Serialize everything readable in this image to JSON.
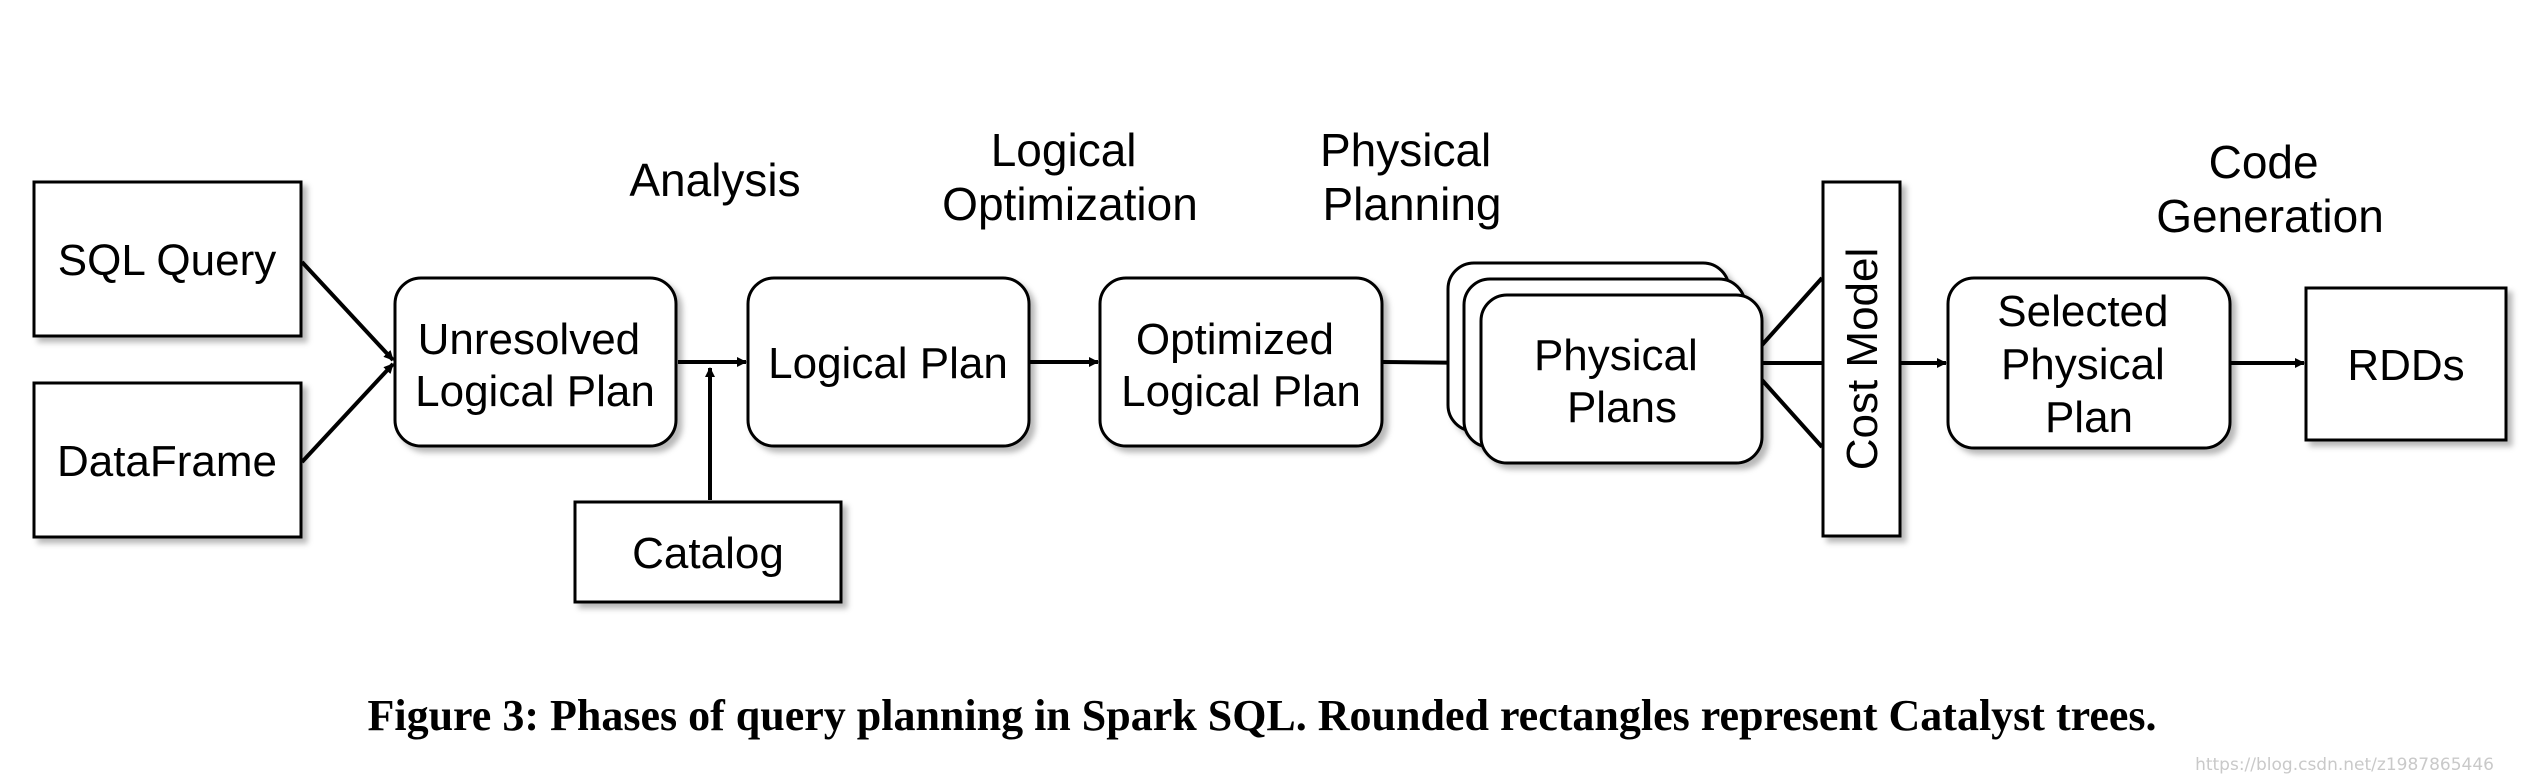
{
  "nodes": {
    "sql_query": "SQL Query",
    "dataframe": "DataFrame",
    "unresolved_logical_plan": [
      "Unresolved",
      "Logical Plan"
    ],
    "catalog": "Catalog",
    "logical_plan": "Logical Plan",
    "optimized_logical_plan": [
      "Optimized",
      "Logical Plan"
    ],
    "physical_plans": [
      "Physical",
      "Plans"
    ],
    "cost_model": "Cost Model",
    "selected_physical_plan": [
      "Selected",
      "Physical",
      "Plan"
    ],
    "rdds": "RDDs"
  },
  "phases": {
    "analysis": "Analysis",
    "logical_optimization": [
      "Logical",
      "Optimization"
    ],
    "physical_planning": [
      "Physical",
      "Planning"
    ],
    "code_generation": [
      "Code",
      "Generation"
    ]
  },
  "caption": "Figure 3: Phases of query planning in Spark SQL. Rounded rectangles represent Catalyst trees.",
  "watermark": "https://blog.csdn.net/z1987865446"
}
